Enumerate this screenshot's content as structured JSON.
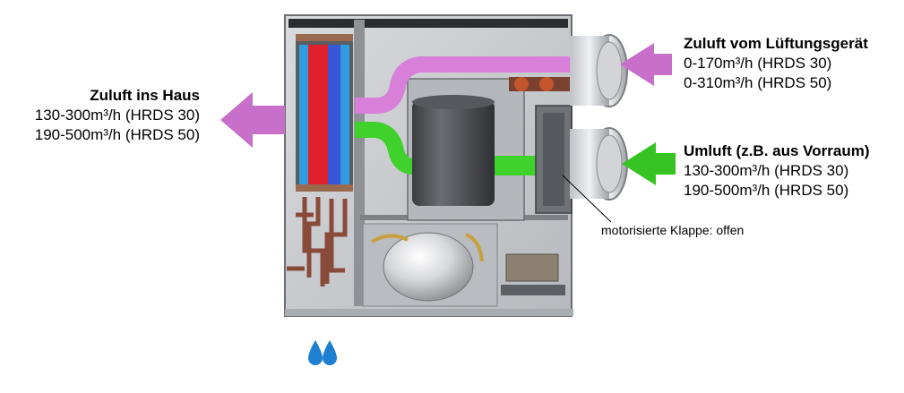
{
  "left_label": {
    "title": "Zuluft ins Haus",
    "line1": "130-300m³/h (HRDS 30)",
    "line2": "190-500m³/h (HRDS 50)"
  },
  "top_right_label": {
    "title": "Zuluft vom Lüftungsgerät",
    "line1": "0-170m³/h (HRDS 30)",
    "line2": "0-310m³/h (HRDS 50)"
  },
  "mid_right_label": {
    "title": "Umluft (z.B. aus Vorraum)",
    "line1": "130-300m³/h (HRDS 30)",
    "line2": "190-500m³/h (HRDS 50)"
  },
  "damper_label": "motorisierte Klappe: offen",
  "colors": {
    "supply_air_arrow": "#c86fc9",
    "recirculation_arrow": "#36c423",
    "pink_duct": "#d87fd9",
    "green_duct": "#3fd12c",
    "condensate_drops": "#1f7fd0",
    "housing": "#c9ccd0"
  }
}
